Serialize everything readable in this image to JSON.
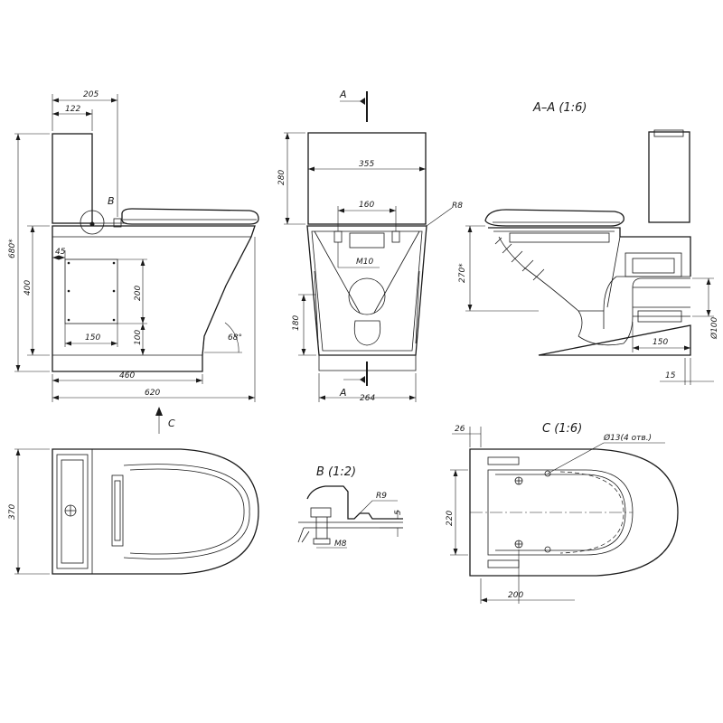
{
  "views": {
    "section_label": "A–A (1:6)",
    "detail_b_label": "B (1:2)",
    "view_c_label": "C (1:6)",
    "marker_b": "B",
    "cut_mark": "A",
    "arrow_c": "C"
  },
  "dims": {
    "side": {
      "d205": "205",
      "d122": "122",
      "d680": "680*",
      "d400": "400",
      "d45": "45",
      "d200": "200",
      "d100": "100",
      "d150": "150",
      "d460": "460",
      "d620": "620",
      "angle": "68°"
    },
    "front": {
      "d280": "280",
      "d355": "355",
      "d160": "160",
      "r8": "R8",
      "m10": "M10",
      "d180": "180",
      "d264": "264"
    },
    "section": {
      "d270": "270*",
      "d150": "150",
      "d100": "Ø100",
      "d15": "15"
    },
    "top": {
      "d370": "370"
    },
    "detail_b": {
      "r9": "R9",
      "d5": "5",
      "m8": "M8"
    },
    "view_c": {
      "d26": "26",
      "holes": "Ø13(4 отв.)",
      "d220": "220",
      "d200": "200"
    }
  }
}
